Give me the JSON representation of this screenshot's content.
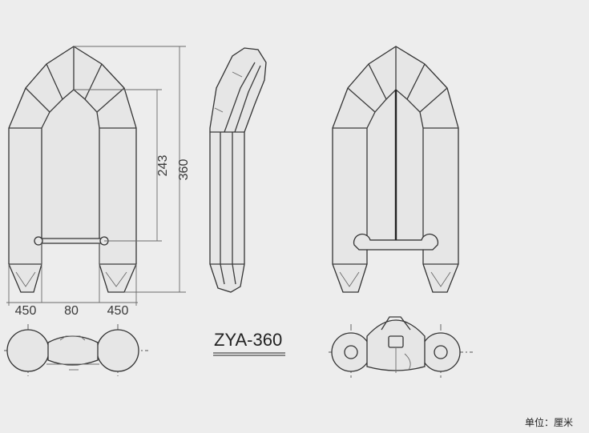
{
  "drawing": {
    "dims": {
      "length": "360",
      "inner_length": "243",
      "tube_left": "450",
      "floor_width": "80",
      "tube_right": "450"
    },
    "model": "ZYA-360",
    "unit_note": "单位：厘米"
  }
}
